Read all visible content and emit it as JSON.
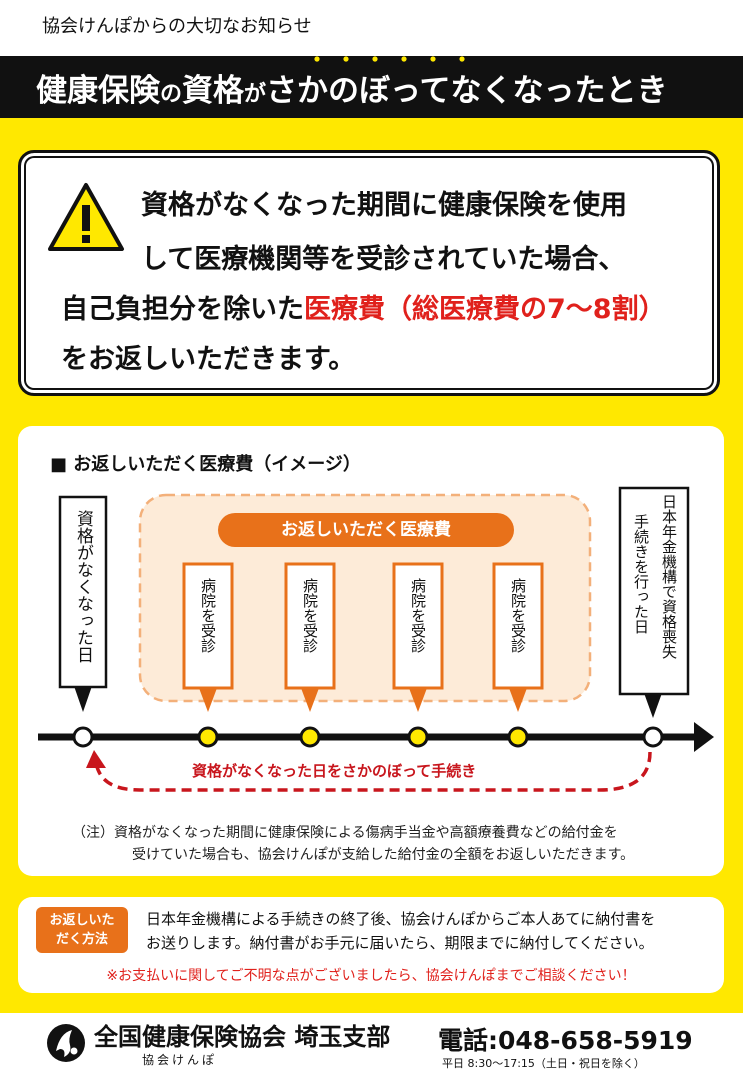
{
  "header": {
    "kicker": "協会けんぽからの大切なお知らせ",
    "title_part1": "健康保険",
    "title_part2": "の",
    "title_part3": "資格",
    "title_part4": "が",
    "title_part5": "さかのぼってなくなったとき"
  },
  "alert": {
    "line1": "資格がなくなった期間に健康保険を使用",
    "line2": "して医療機関等を受診されていた場合、",
    "line3_prefix": "自己負担分を除いた",
    "line3_red": "医療費（総医療費の7～8割）",
    "line4": "をお返しいただきます。"
  },
  "image_section": {
    "title": "■  お返しいただく医療費（イメージ）",
    "left_label": "資格がなくなった日",
    "right_label_col1": "日本年金機構で資格喪失",
    "right_label_col2": "手続きを行った日",
    "banner": "お返しいただく医療費",
    "visit_label": "病院を受診",
    "visits": [
      "病院を受診",
      "病院を受診",
      "病院を受診",
      "病院を受診"
    ],
    "arrow_label": "資格がなくなった日をさかのぼって手続き",
    "note_line1": "（注）資格がなくなった期間に健康保険による傷病手当金や高額療養費などの給付金を",
    "note_line2": "受けていた場合も、協会けんぽが支給した給付金の全額をお返しいただきます。"
  },
  "return_method": {
    "label_line1": "お返しいた",
    "label_line2": "だく方法",
    "text_line1": "日本年金機構による手続きの終了後、協会けんぽからご本人あてに納付書を",
    "text_line2": "お送りします。納付書がお手元に届いたら、期限までに納付してください。",
    "note": "※お支払いに関してご不明な点がございましたら、協会けんぽまでご相談ください！"
  },
  "footer": {
    "org": "全国健康保険協会 埼玉支部",
    "org_sub": "協会けんぽ",
    "tel": "電話:048-658-5919",
    "hours": "平日 8:30～17:15（土日・祝日を除く）"
  },
  "colors": {
    "yellow": "#FFE800",
    "red": "#E0211C",
    "orange": "#E8711A",
    "black": "#111111"
  },
  "icons": {
    "warning": "warning-triangle-icon",
    "logo": "kyokai-kenpo-logo-icon",
    "timeline_arrow": "arrow-right-icon",
    "return_arrow": "dashed-arrow-left-icon"
  }
}
